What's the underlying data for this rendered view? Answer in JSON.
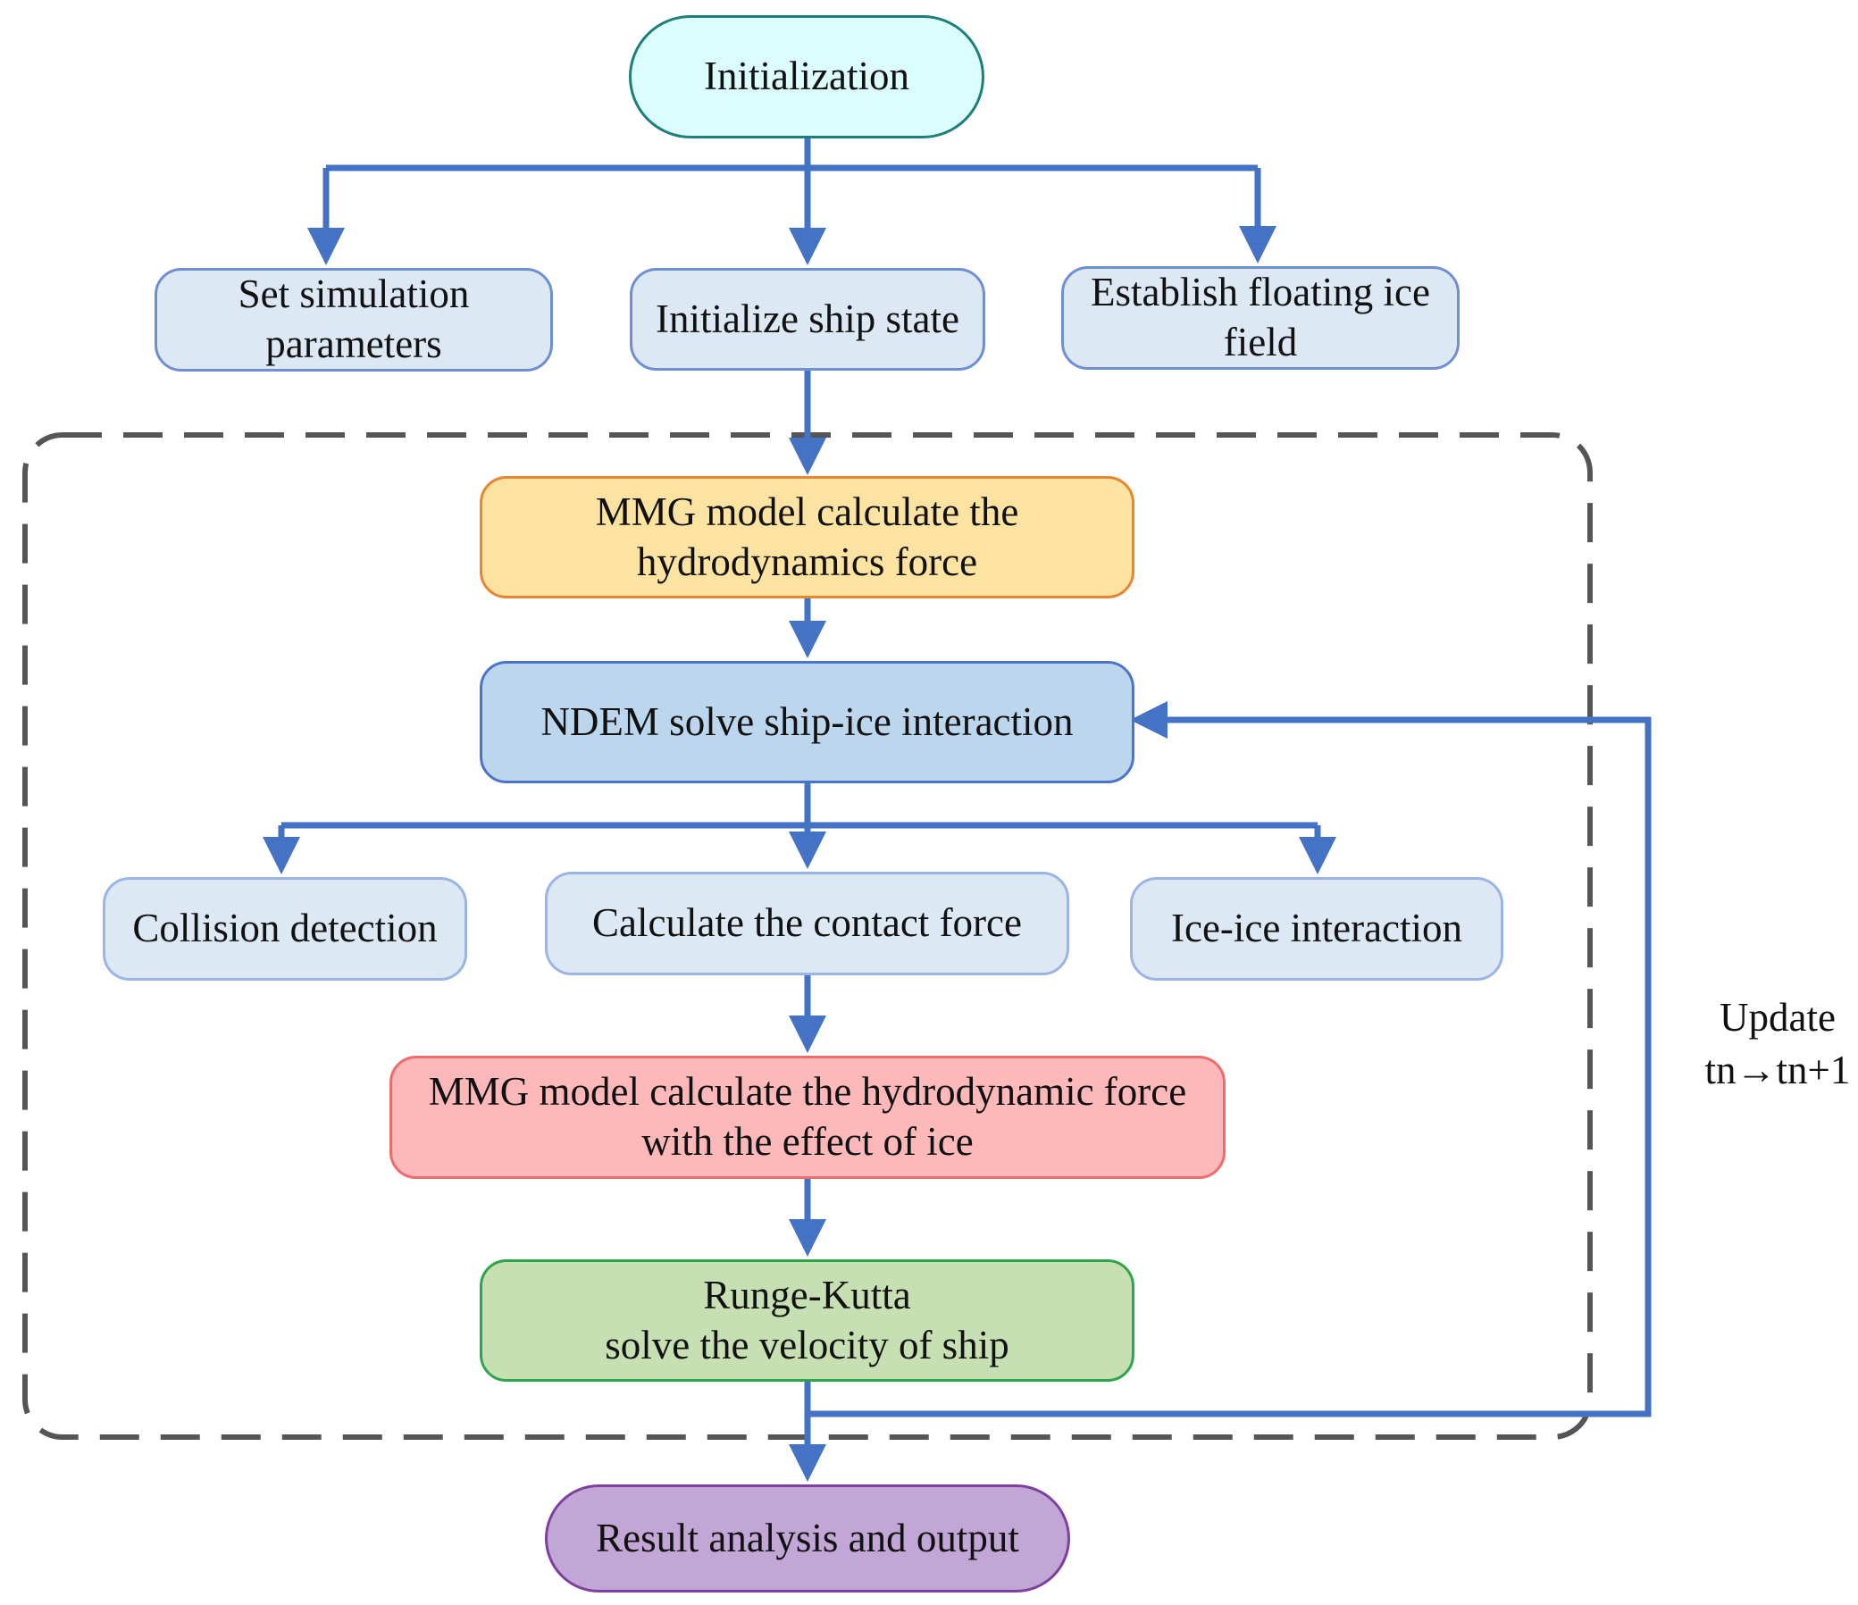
{
  "nodes": {
    "initialization": {
      "label": "Initialization",
      "fill": "#dcfdfd",
      "stroke": "#1e7f7a"
    },
    "set_params": {
      "label": "Set simulation\nparameters",
      "fill": "#dde8f5",
      "stroke": "#6f8fd2"
    },
    "init_ship": {
      "label": "Initialize ship state",
      "fill": "#dde8f5",
      "stroke": "#6f8fd2"
    },
    "ice_field": {
      "label": "Establish floating ice\nfield",
      "fill": "#dde8f5",
      "stroke": "#6f8fd2"
    },
    "mmg_hydro": {
      "label": "MMG model calculate the\nhydrodynamics force",
      "fill": "#fde3a1",
      "stroke": "#e8852f"
    },
    "ndem": {
      "label": "NDEM  solve ship-ice interaction",
      "fill": "#bcd6ee",
      "stroke": "#4a74c9"
    },
    "collision": {
      "label": "Collision detection",
      "fill": "#dde8f5",
      "stroke": "#9bb4e1"
    },
    "contact_force": {
      "label": "Calculate the contact force",
      "fill": "#dde8f5",
      "stroke": "#9bb4e1"
    },
    "ice_ice": {
      "label": "Ice-ice interaction",
      "fill": "#dde8f5",
      "stroke": "#9bb4e1"
    },
    "mmg_ice": {
      "label": "MMG model calculate the hydrodynamic force\nwith the effect of ice",
      "fill": "#fdb8b9",
      "stroke": "#ee6c6e"
    },
    "runge_kutta": {
      "label": "Runge-Kutta\nsolve the velocity of ship",
      "fill": "#c7e0b3",
      "stroke": "#2ea54a"
    },
    "result": {
      "label": "Result analysis and output",
      "fill": "#c2a6d6",
      "stroke": "#7f3fa0"
    }
  },
  "loop_label": {
    "line1": "Update",
    "line2": "tn→tn+1"
  },
  "colors": {
    "arrow": "#4472c4",
    "dashed_frame": "#555555"
  }
}
